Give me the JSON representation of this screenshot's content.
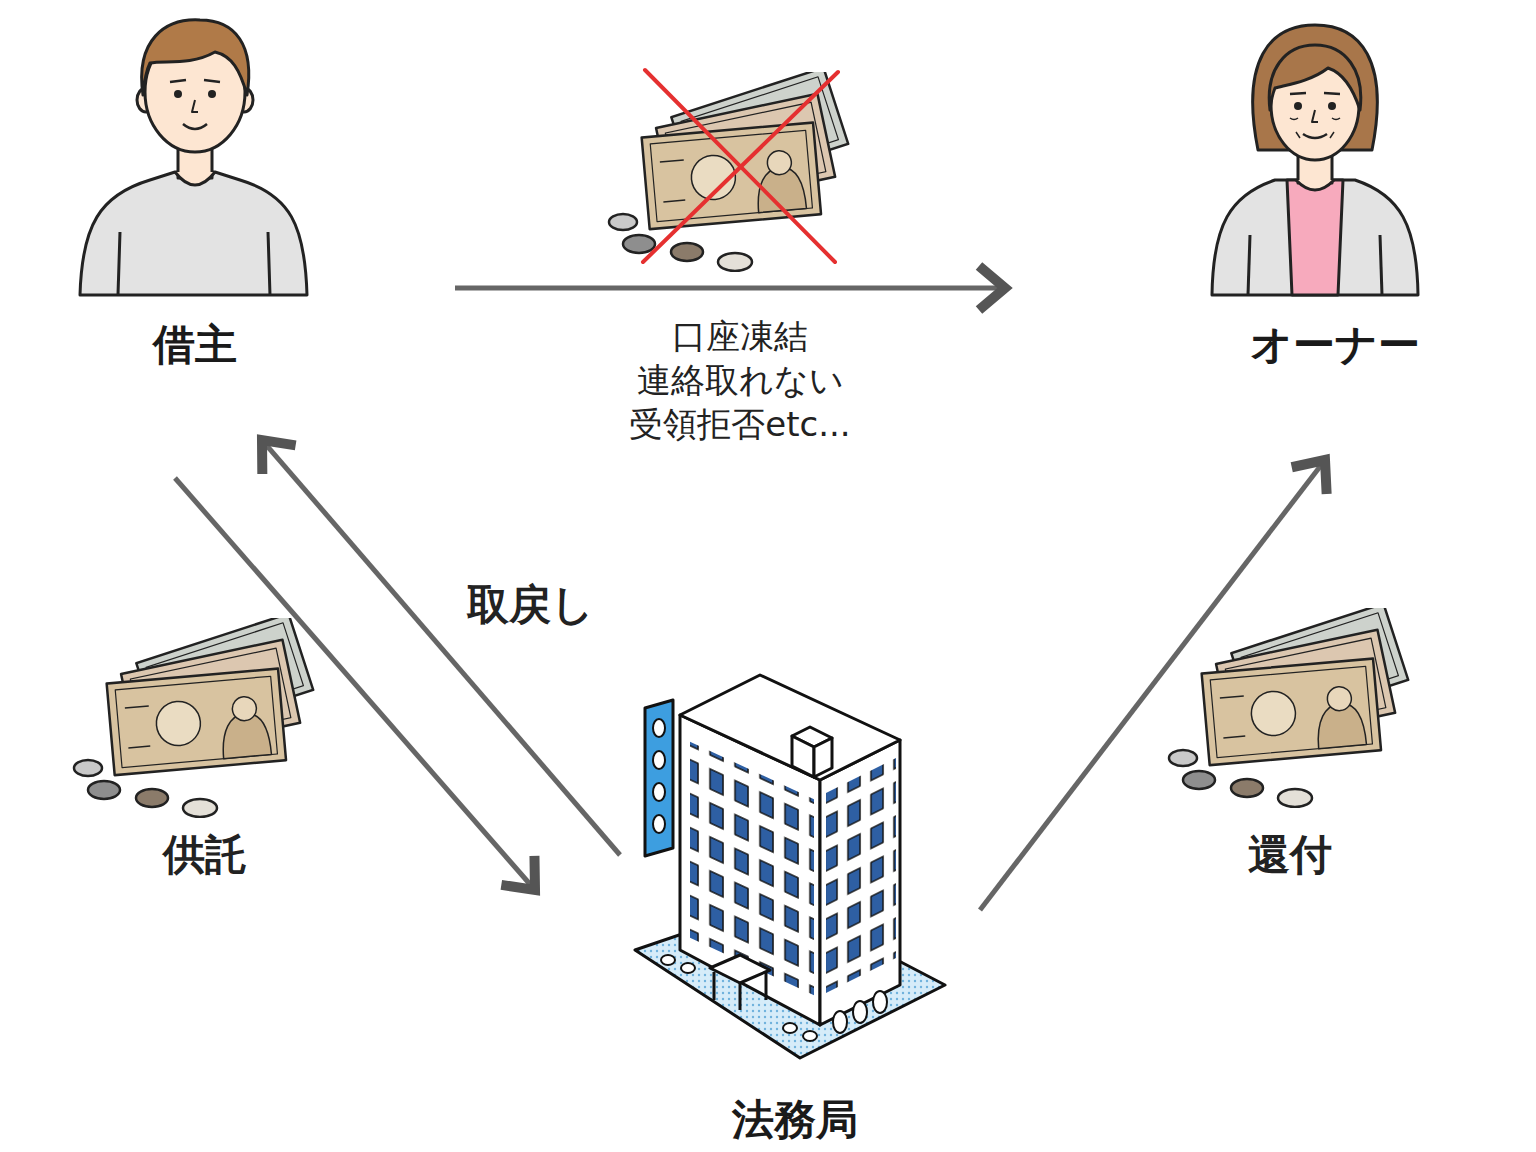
{
  "diagram": {
    "nodes": [
      {
        "text": [
          "借主"
        ]
      },
      {
        "text": [
          "オーナー"
        ]
      },
      {
        "text": [
          "法務局"
        ]
      }
    ],
    "edges": [
      {
        "from": 0,
        "to": 1,
        "arrow": "to",
        "label": "口座凍結 連絡取れない 受領拒否etc..."
      },
      {
        "from": 0,
        "to": 2,
        "arrow": "to",
        "label": "供託"
      },
      {
        "from": 2,
        "to": 0,
        "arrow": "to",
        "label": "取戻し"
      },
      {
        "from": 2,
        "to": 1,
        "arrow": "to",
        "label": "還付"
      }
    ]
  }
}
